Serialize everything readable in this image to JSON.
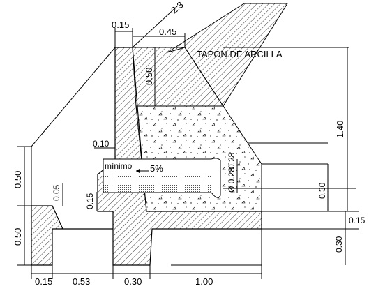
{
  "drawing": {
    "top_dims": {
      "d1": "0.15",
      "d2": "0.45",
      "slope": "2:3"
    },
    "labels": {
      "clay_plug": "TAPON DE ARCILLA",
      "minimum": "mínimo",
      "slope_pct": "5%",
      "pipe_diameter": "Ø 0.28"
    },
    "vertical_dims": {
      "plug_depth": "0.50",
      "total_height": "1.40",
      "left_upper": "0.50",
      "left_lower": "0.50",
      "small_05": "0.05",
      "small_15": "0.15",
      "pipe_dim": "0.28",
      "right_030": "0.30",
      "right_015": "0.15",
      "right_030b": "0.30",
      "thk_010": "0.10"
    },
    "bottom_dims": {
      "b1": "0.15",
      "b2": "0.53",
      "b3": "0.30",
      "b4": "1.00"
    }
  }
}
